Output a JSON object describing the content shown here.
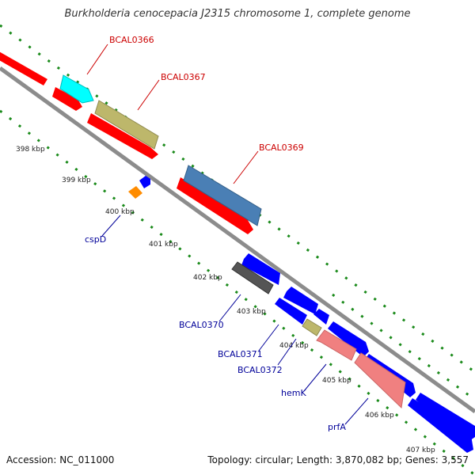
{
  "title": "Burkholderia cenocepacia J2315 chromosome 1, complete genome",
  "footer": {
    "accession": "Accession: NC_011000",
    "summary": "Topology: circular; Length: 3,870,082 bp; Genes: 3,557"
  },
  "colors": {
    "forward_gene": "#ff0000",
    "reverse_gene": "#0000ff",
    "backbone": "#8c8c8c",
    "dotted_ring": "#1a8a1a",
    "label_forward": "#cc0000",
    "label_reverse": "#000099"
  },
  "ticks": [
    "398 kbp",
    "399 kbp",
    "400 kbp",
    "401 kbp",
    "402 kbp",
    "403 kbp",
    "404 kbp",
    "405 kbp",
    "406 kbp",
    "407 kbp"
  ],
  "features": [
    {
      "name": "BCAL0366",
      "strand": "forward"
    },
    {
      "name": "BCAL0367",
      "strand": "forward"
    },
    {
      "name": "BCAL0369",
      "strand": "forward"
    },
    {
      "name": "cspD",
      "strand": "reverse"
    },
    {
      "name": "BCAL0370",
      "strand": "reverse"
    },
    {
      "name": "BCAL0371",
      "strand": "reverse"
    },
    {
      "name": "BCAL0372",
      "strand": "reverse"
    },
    {
      "name": "hemK",
      "strand": "reverse"
    },
    {
      "name": "prfA",
      "strand": "reverse"
    }
  ]
}
